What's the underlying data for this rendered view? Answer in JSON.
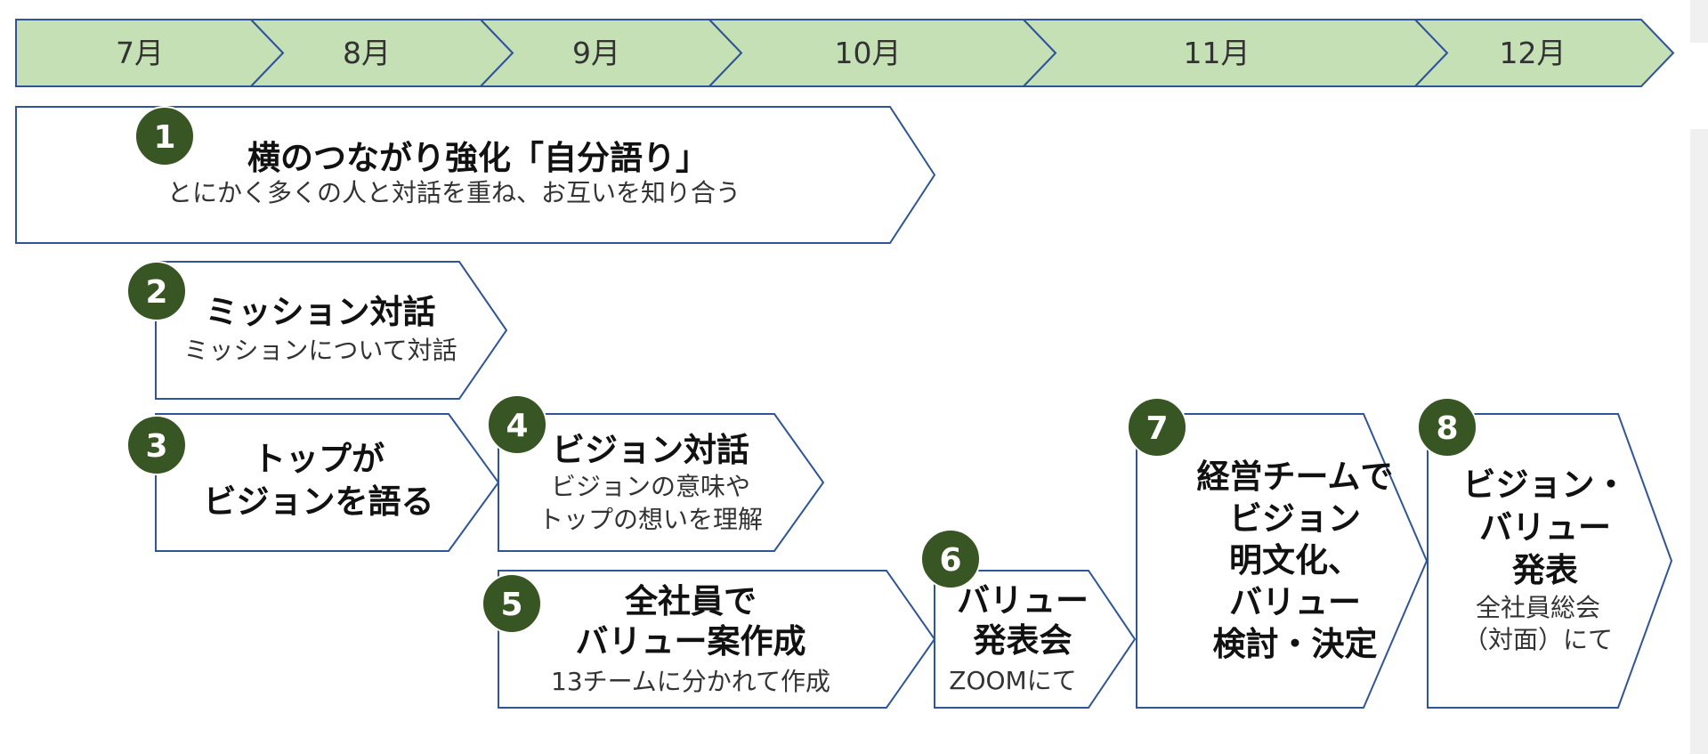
{
  "months": [
    "7月",
    "8月",
    "9月",
    "10月",
    "11月",
    "12月"
  ],
  "steps": [
    {
      "number": "1",
      "title": [
        "横のつながり強化「自分語り」"
      ],
      "subtitle": [
        "とにかく多くの人と対話を重ね、お互いを知り合う"
      ]
    },
    {
      "number": "2",
      "title": [
        "ミッション対話"
      ],
      "subtitle": [
        "ミッションについて対話"
      ]
    },
    {
      "number": "3",
      "title": [
        "トップが",
        "ビジョンを語る"
      ],
      "subtitle": []
    },
    {
      "number": "4",
      "title": [
        "ビジョン対話"
      ],
      "subtitle": [
        "ビジョンの意味や",
        "トップの想いを理解"
      ]
    },
    {
      "number": "5",
      "title": [
        "全社員で",
        "バリュー案作成"
      ],
      "subtitle": [
        "13チームに分かれて作成"
      ]
    },
    {
      "number": "6",
      "title": [
        "バリュー",
        "発表会"
      ],
      "subtitle": [
        "ZOOMにて"
      ]
    },
    {
      "number": "7",
      "title": [
        "経営チームで",
        "ビジョン",
        "明文化、",
        "バリュー",
        "検討・決定"
      ],
      "subtitle": []
    },
    {
      "number": "8",
      "title": [
        "ビジョン・",
        "バリュー",
        "発表"
      ],
      "subtitle": [
        "全社員総会",
        "（対面）にて"
      ]
    }
  ],
  "colors": {
    "month_fill": "#c5e0b4",
    "border": "#2f5597",
    "badge": "#375623"
  }
}
